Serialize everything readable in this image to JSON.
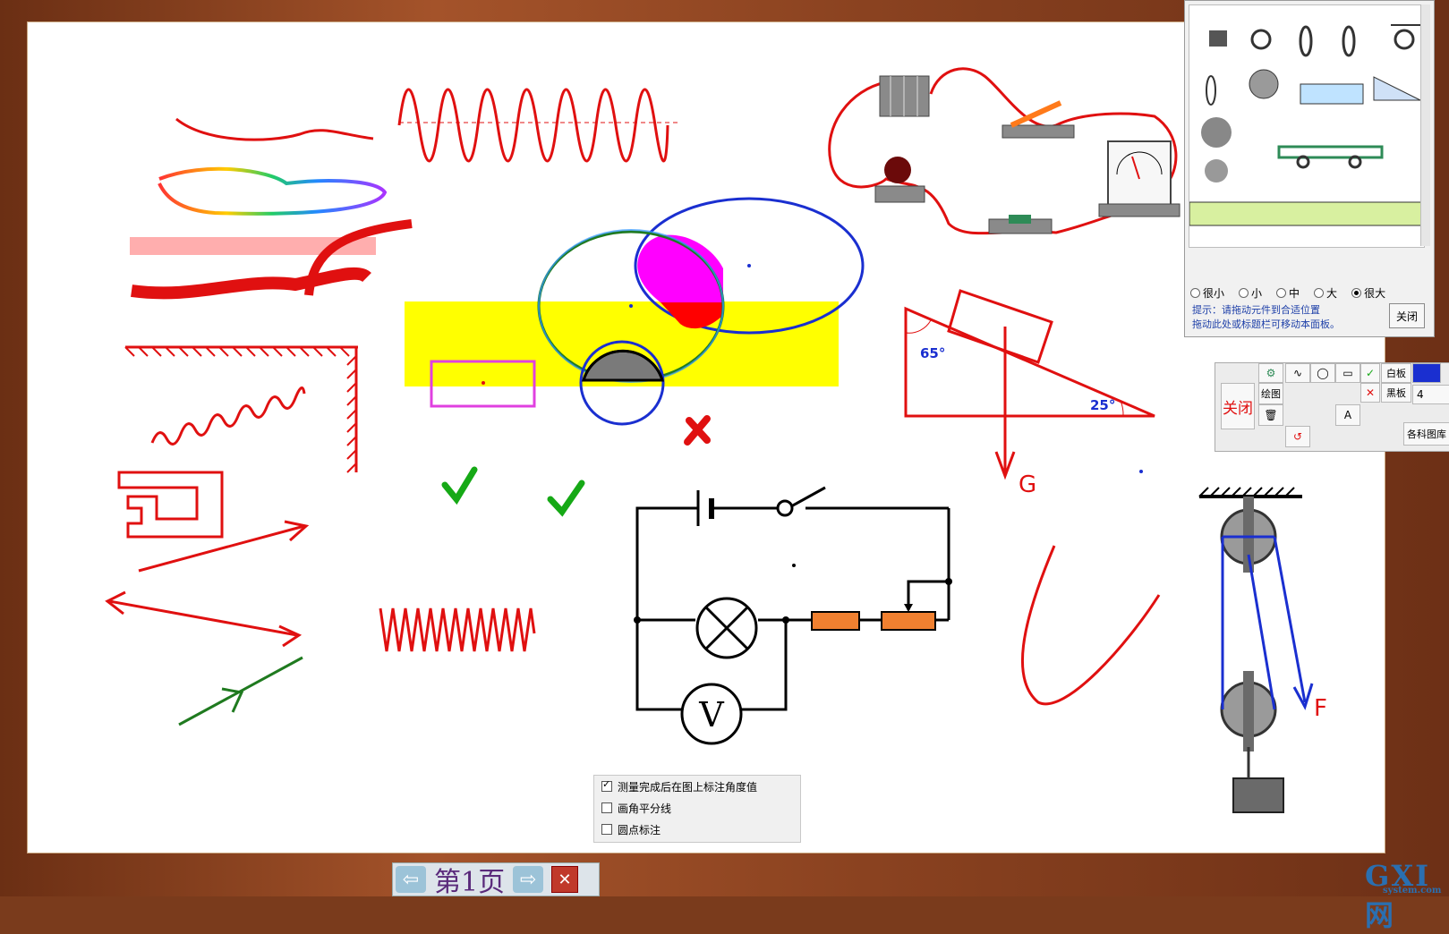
{
  "palette": {
    "sizes": [
      "很小",
      "小",
      "中",
      "大",
      "很大"
    ],
    "selected_size": "很大",
    "hint_line1": "提示：请拖动元件到合适位置",
    "hint_line2": "拖动此处或标题栏可移动本面板。",
    "close_label": "关闭"
  },
  "toolbar": {
    "close_label": "关闭",
    "draw_label": "绘图",
    "white_board": "白板",
    "black_board": "黑板",
    "library_label": "各科图库",
    "line_width": "4"
  },
  "annotations": {
    "angle_top": "65°",
    "angle_bottom": "25°",
    "gravity": "G",
    "force": "F",
    "voltmeter": "V"
  },
  "measure_options": {
    "items": [
      {
        "label": "测量完成后在图上标注角度值",
        "checked": true
      },
      {
        "label": "画角平分线",
        "checked": false
      },
      {
        "label": "圆点标注",
        "checked": false
      }
    ]
  },
  "pager": {
    "page_label": "第1页"
  },
  "logo": {
    "name": "GXI网",
    "domain": "system.com"
  },
  "colors": {
    "red": "#e01010",
    "blue": "#1a2fd0",
    "green": "#1f7a1f",
    "yellow": "#ffff00",
    "magenta": "#ff00ff"
  }
}
